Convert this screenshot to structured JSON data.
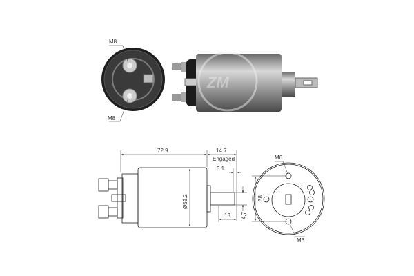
{
  "photo": {
    "end_view_labels": {
      "top": "M8",
      "bottom": "M8"
    },
    "watermark_text": "ZM"
  },
  "drawing": {
    "dims": {
      "length": "72.9",
      "stroke": "14.7",
      "stroke_note": "Engaged",
      "plunger_gap": "3.1",
      "diameter": "Ø52.2",
      "plunger_length": "13",
      "plunger_width": "4.7",
      "hole_spacing": "38"
    },
    "end_view_labels": {
      "top": "M6",
      "bottom": "M6"
    }
  }
}
